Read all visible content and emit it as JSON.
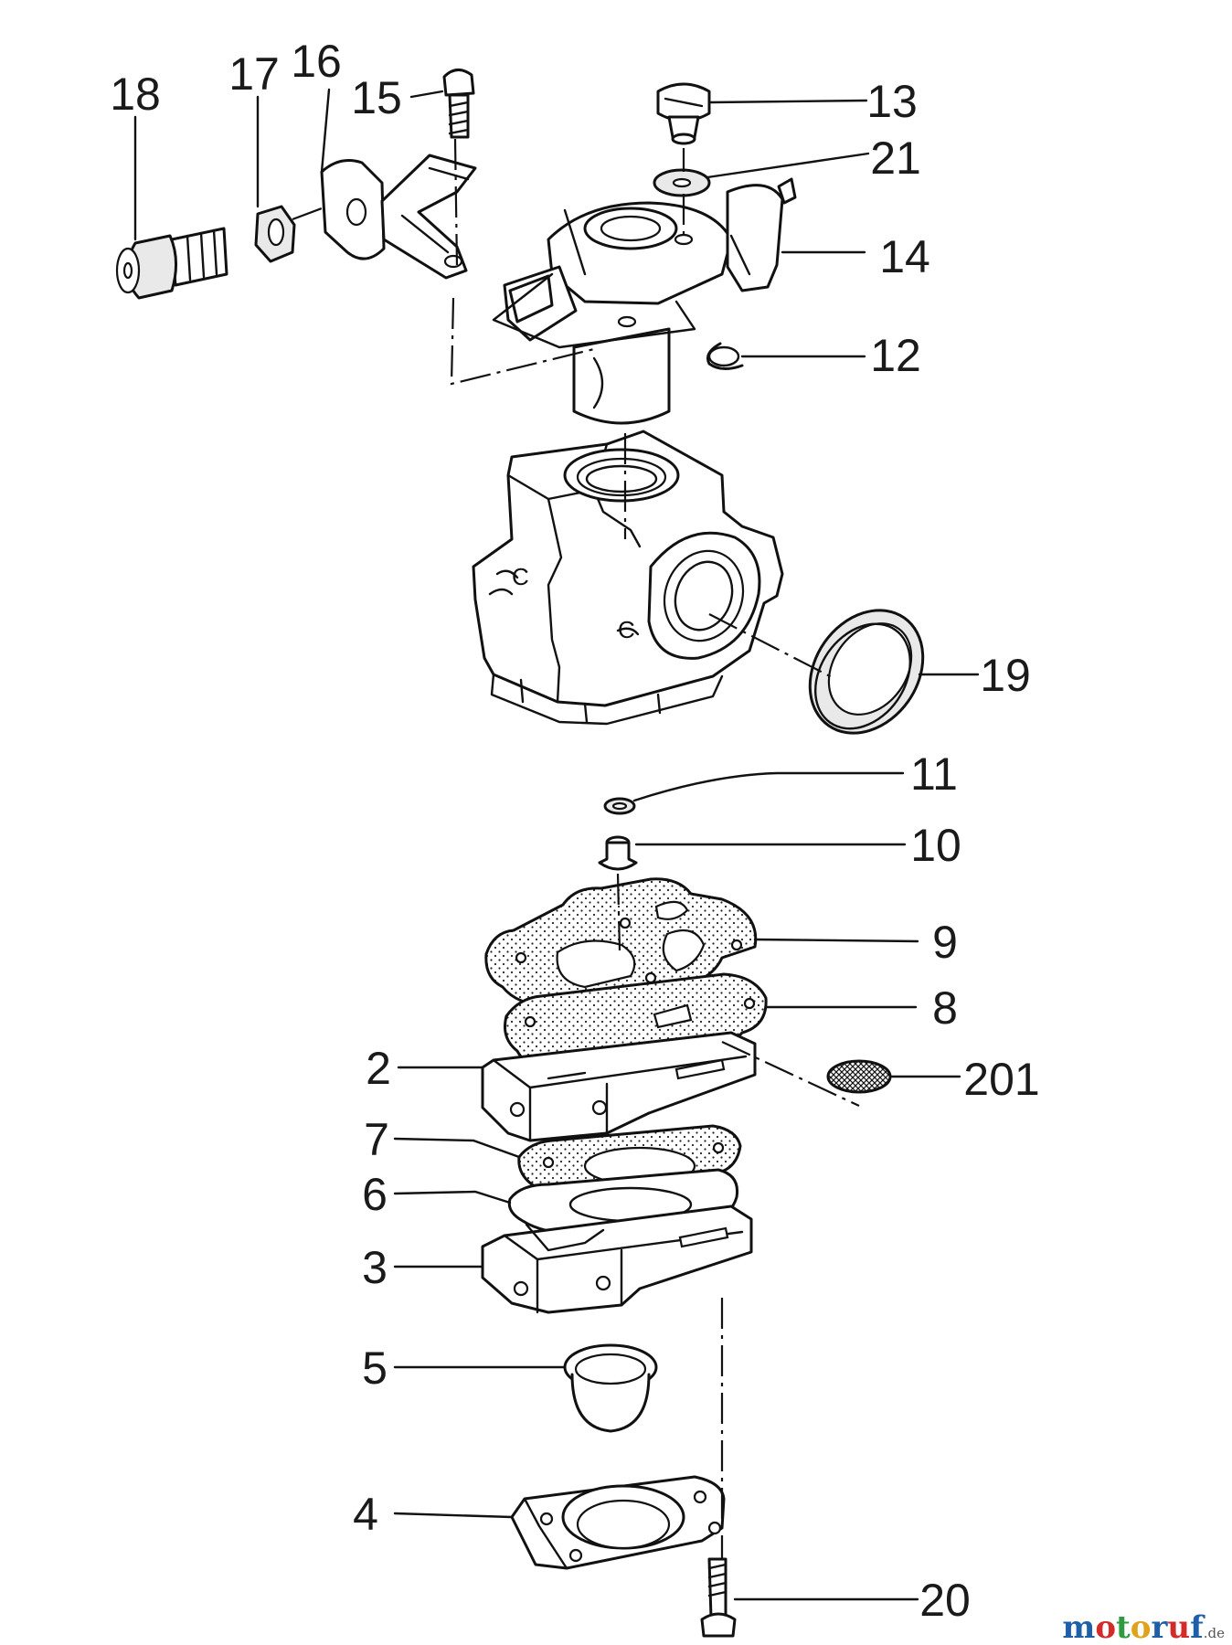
{
  "callouts": {
    "p18": "18",
    "p17": "17",
    "p16": "16",
    "p15": "15",
    "p13": "13",
    "p21": "21",
    "p14": "14",
    "p12": "12",
    "p19": "19",
    "p11": "11",
    "p10": "10",
    "p9": "9",
    "p8": "8",
    "p201": "201",
    "p2": "2",
    "p7": "7",
    "p6": "6",
    "p3": "3",
    "p5": "5",
    "p4": "4",
    "p20": "20"
  },
  "watermark": {
    "brand_a": "moto",
    "brand_b": "ruf",
    "tld": ".de",
    "colors": [
      "#1f5fa8",
      "#d32a2a",
      "#2f9a3f",
      "#e0a21b",
      "#1f5fa8",
      "#d32a2a"
    ]
  }
}
